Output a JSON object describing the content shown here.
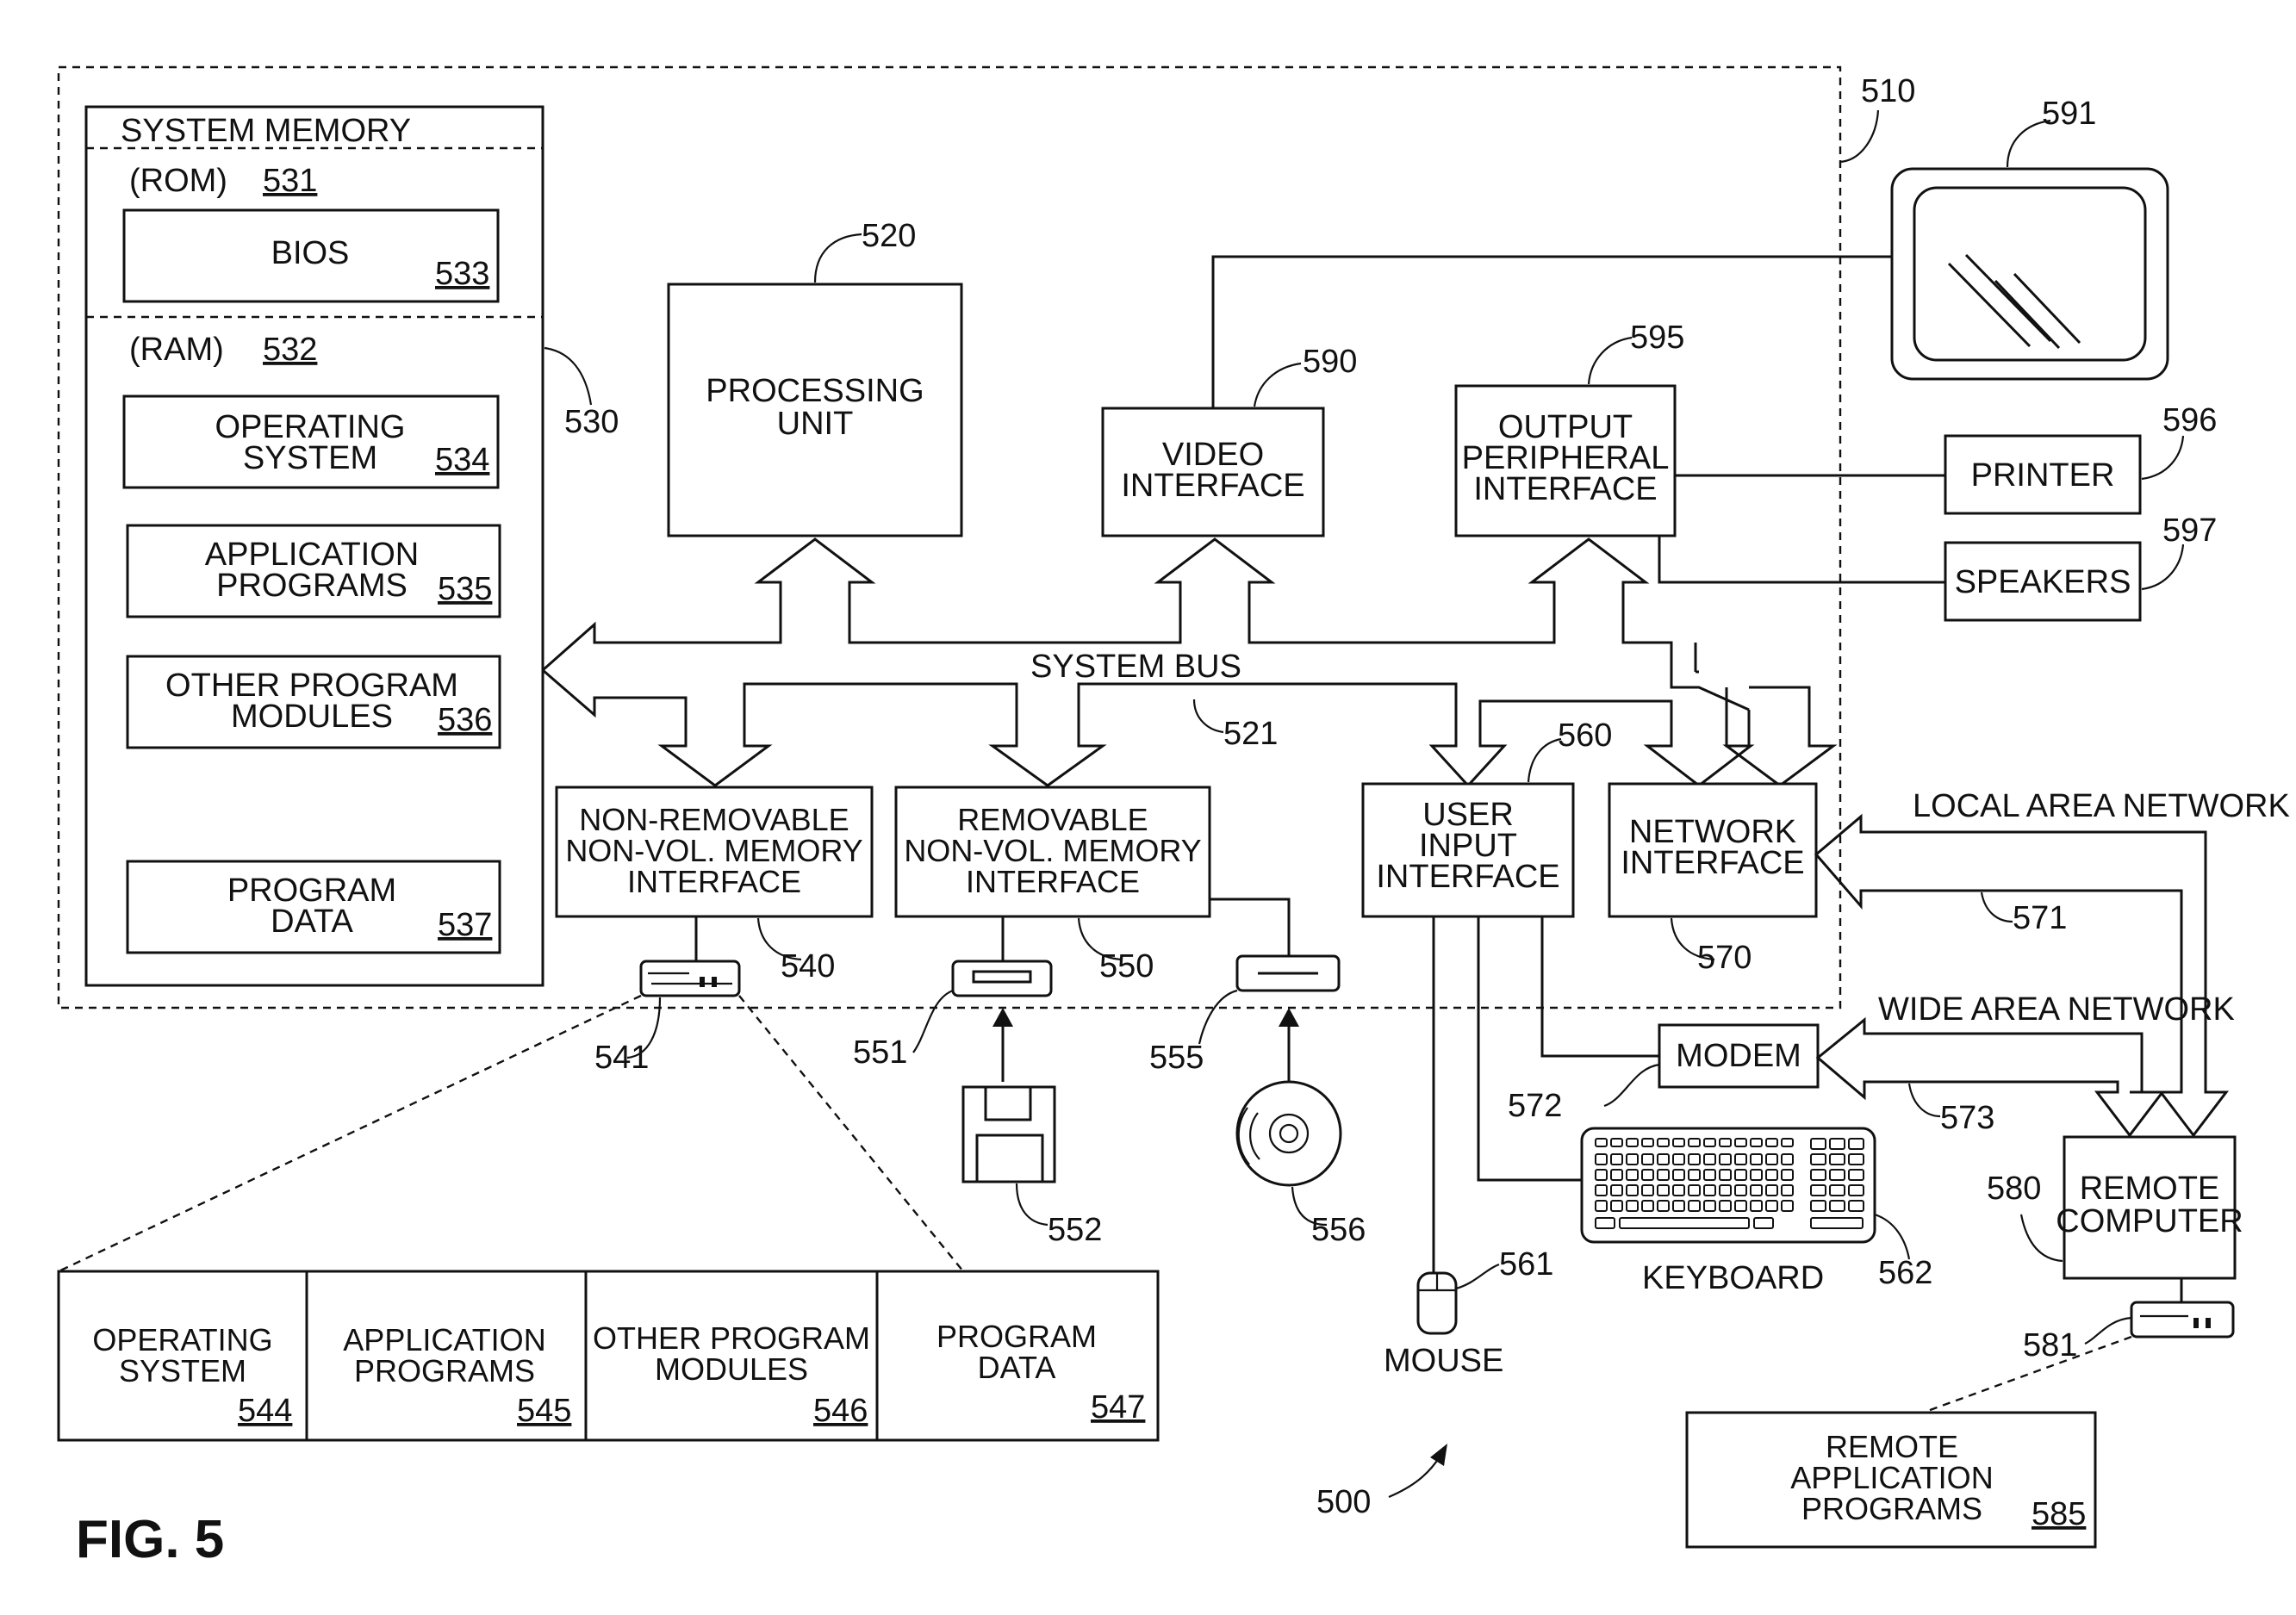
{
  "figure": {
    "label": "FIG. 5"
  },
  "refs": {
    "r500": "500",
    "r510": "510",
    "r520": "520",
    "r521": "521",
    "r530": "530",
    "r531": "531",
    "r532": "532",
    "r533": "533",
    "r534": "534",
    "r535": "535",
    "r536": "536",
    "r537": "537",
    "r540": "540",
    "r541": "541",
    "r544": "544",
    "r545": "545",
    "r546": "546",
    "r547": "547",
    "r550": "550",
    "r551": "551",
    "r552": "552",
    "r555": "555",
    "r556": "556",
    "r560": "560",
    "r561": "561",
    "r562": "562",
    "r570": "570",
    "r571": "571",
    "r572": "572",
    "r573": "573",
    "r580": "580",
    "r581": "581",
    "r585": "585",
    "r590": "590",
    "r591": "591",
    "r595": "595",
    "r596": "596",
    "r597": "597"
  },
  "system_memory": {
    "title": "SYSTEM MEMORY",
    "rom": "(ROM)",
    "ram": "(RAM)",
    "bios": "BIOS",
    "os": [
      "OPERATING",
      "SYSTEM"
    ],
    "apps": [
      "APPLICATION",
      "PROGRAMS"
    ],
    "modules": [
      "OTHER PROGRAM",
      "MODULES"
    ],
    "data": [
      "PROGRAM",
      "DATA"
    ]
  },
  "processing_unit": [
    "PROCESSING",
    "UNIT"
  ],
  "video_interface": [
    "VIDEO",
    "INTERFACE"
  ],
  "output_peripheral": [
    "OUTPUT",
    "PERIPHERAL",
    "INTERFACE"
  ],
  "printer": "PRINTER",
  "speakers": "SPEAKERS",
  "system_bus": "SYSTEM BUS",
  "nonremovable": [
    "NON-REMOVABLE",
    "NON-VOL. MEMORY",
    "INTERFACE"
  ],
  "removable": [
    "REMOVABLE",
    "NON-VOL. MEMORY",
    "INTERFACE"
  ],
  "user_input": [
    "USER",
    "INPUT",
    "INTERFACE"
  ],
  "network_interface": [
    "NETWORK",
    "INTERFACE"
  ],
  "lan": "LOCAL AREA NETWORK",
  "wan": "WIDE AREA NETWORK",
  "modem": "MODEM",
  "keyboard": "KEYBOARD",
  "mouse": "MOUSE",
  "remote_computer": [
    "REMOTE",
    "COMPUTER"
  ],
  "remote_apps": [
    "REMOTE",
    "APPLICATION",
    "PROGRAMS"
  ],
  "hdd_contents": {
    "os": [
      "OPERATING",
      "SYSTEM"
    ],
    "apps": [
      "APPLICATION",
      "PROGRAMS"
    ],
    "modules": [
      "OTHER PROGRAM",
      "MODULES"
    ],
    "data": [
      "PROGRAM",
      "DATA"
    ]
  }
}
